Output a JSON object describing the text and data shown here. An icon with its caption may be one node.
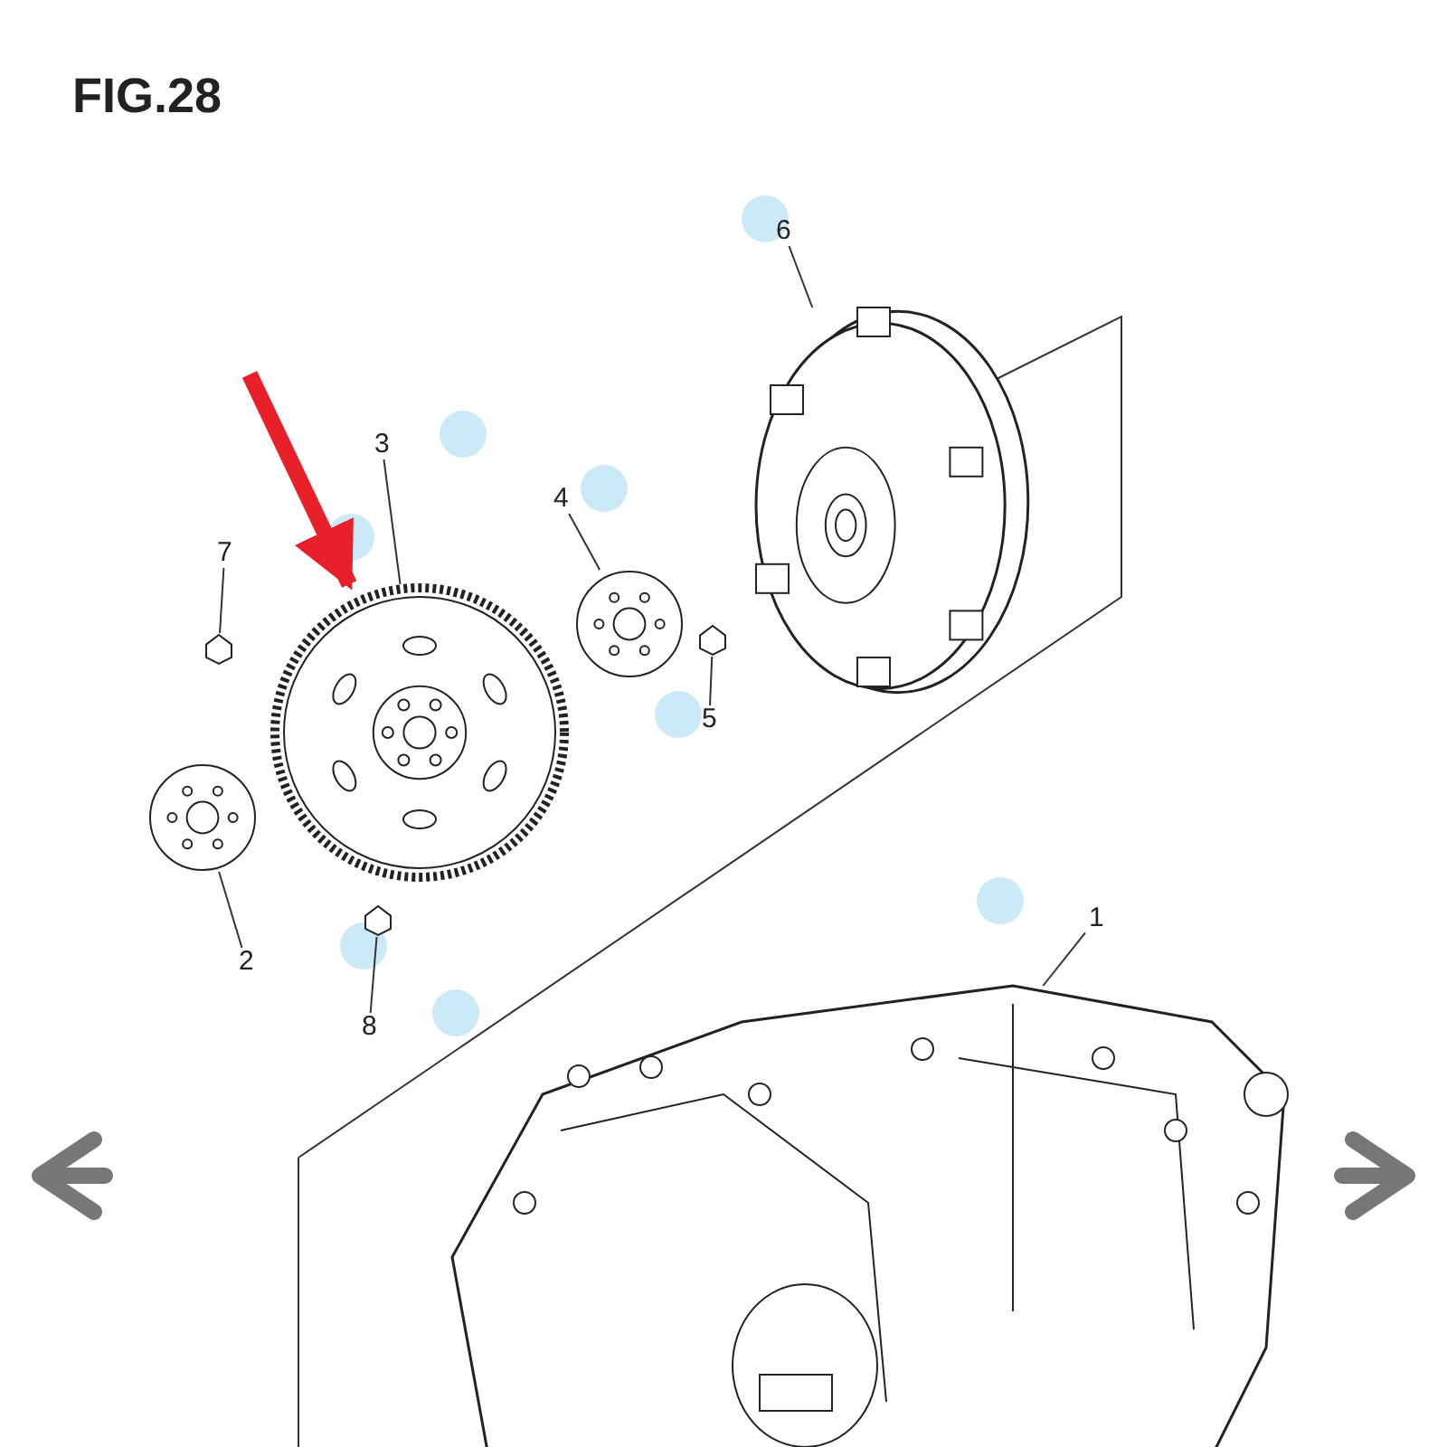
{
  "diagram": {
    "title": "FIG.28",
    "nodes": [
      {
        "text": [
          "6"
        ]
      },
      {
        "text": [],
        "shape": "picture"
      },
      {
        "text": [
          "3"
        ]
      },
      {
        "text": [],
        "shape": "picture"
      },
      {
        "text": [
          "4"
        ]
      },
      {
        "text": [],
        "shape": "picture"
      },
      {
        "text": [
          "7"
        ]
      },
      {
        "text": [],
        "shape": "picture"
      },
      {
        "text": [
          "5"
        ]
      },
      {
        "text": [],
        "shape": "picture"
      },
      {
        "text": [
          "2"
        ]
      },
      {
        "text": [],
        "shape": "picture"
      },
      {
        "text": [
          "1"
        ]
      },
      {
        "text": [],
        "shape": "picture"
      },
      {
        "text": [
          "8"
        ]
      },
      {
        "text": [],
        "shape": "picture"
      }
    ],
    "edges": [
      {
        "from": 0,
        "to": 1,
        "arrow": "none"
      },
      {
        "from": 2,
        "to": 3,
        "arrow": "none"
      },
      {
        "from": 4,
        "to": 5,
        "arrow": "none"
      },
      {
        "from": 6,
        "to": 7,
        "arrow": "none"
      },
      {
        "from": 8,
        "to": 9,
        "arrow": "none"
      },
      {
        "from": 10,
        "to": 11,
        "arrow": "none"
      },
      {
        "from": 12,
        "to": 13,
        "arrow": "none"
      },
      {
        "from": 14,
        "to": 15,
        "arrow": "none"
      },
      {
        "from": null,
        "to": 3,
        "arrow": "to",
        "style": "thick",
        "color": "#e8202a"
      }
    ]
  }
}
